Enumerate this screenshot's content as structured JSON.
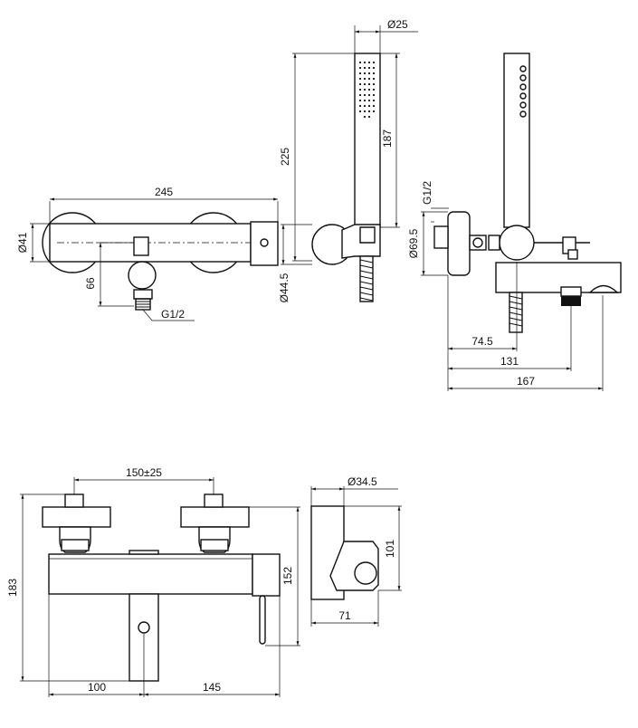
{
  "dimensions": {
    "front_width": "245",
    "diam_41": "Ø41",
    "height_66": "66",
    "thread_front": "G1/2",
    "handshower_diam": "Ø25",
    "handshower_total": "225",
    "handshower_len": "187",
    "holder_diam": "Ø44.5",
    "thread_side": "G1/2",
    "diam_69_5": "Ø69.5",
    "depth_74_5": "74.5",
    "depth_131": "131",
    "depth_167": "167",
    "centres": "150±25",
    "height_183": "183",
    "height_152": "152",
    "bottom_100": "100",
    "bottom_145": "145",
    "holder_diam_b": "Ø34.5",
    "holder_101": "101",
    "holder_71": "71"
  }
}
